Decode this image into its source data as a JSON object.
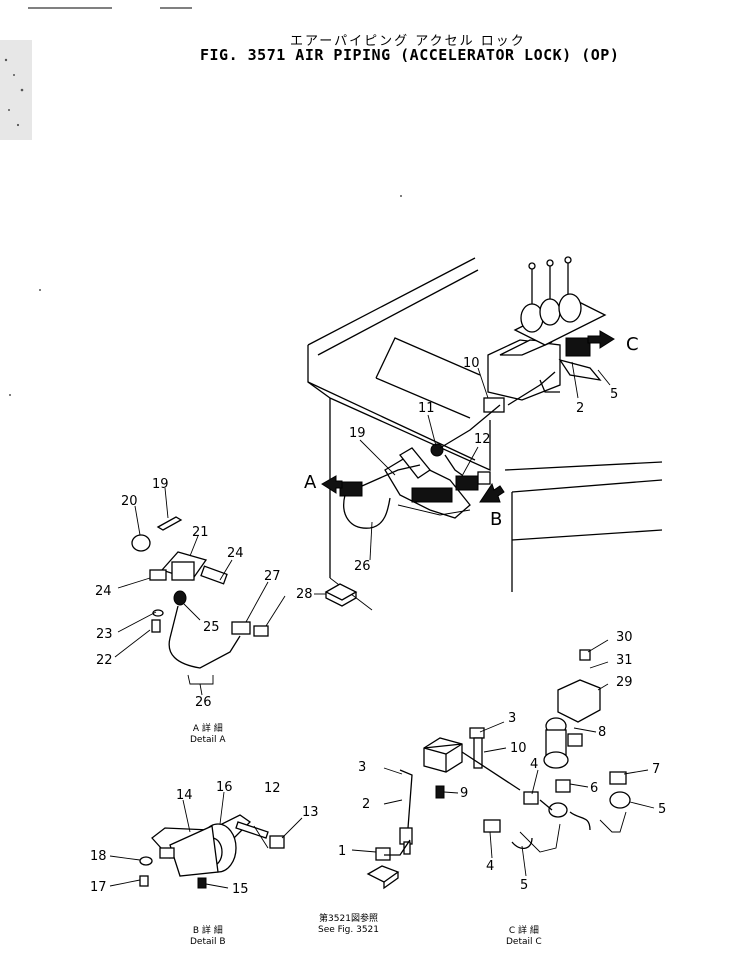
{
  "title": {
    "japanese": "エアーパイピング アクセル ロック",
    "english": "FIG. 3571  AIR PIPING (ACCELERATOR LOCK) (OP)"
  },
  "view_arrows": [
    "A",
    "B",
    "C"
  ],
  "callouts": {
    "main": [
      "10",
      "11",
      "12",
      "19",
      "26",
      "2",
      "5",
      "28"
    ],
    "detail_a": [
      "19",
      "20",
      "21",
      "24",
      "24",
      "27",
      "23",
      "25",
      "22",
      "28",
      "26"
    ],
    "detail_b": [
      "14",
      "16",
      "12",
      "13",
      "18",
      "17",
      "15"
    ],
    "detail_c": [
      "30",
      "31",
      "29",
      "8",
      "3",
      "10",
      "3",
      "4",
      "6",
      "7",
      "2",
      "9",
      "5",
      "1",
      "4",
      "5"
    ]
  },
  "captions": {
    "detail_a": {
      "jp": "A 詳 細",
      "en": "Detail A"
    },
    "detail_b": {
      "jp": "B 詳 細",
      "en": "Detail B"
    },
    "detail_c": {
      "jp": "C 詳 細",
      "en": "Detail C"
    },
    "see_fig": {
      "jp": "第3521図参照",
      "en": "See Fig. 3521"
    }
  }
}
